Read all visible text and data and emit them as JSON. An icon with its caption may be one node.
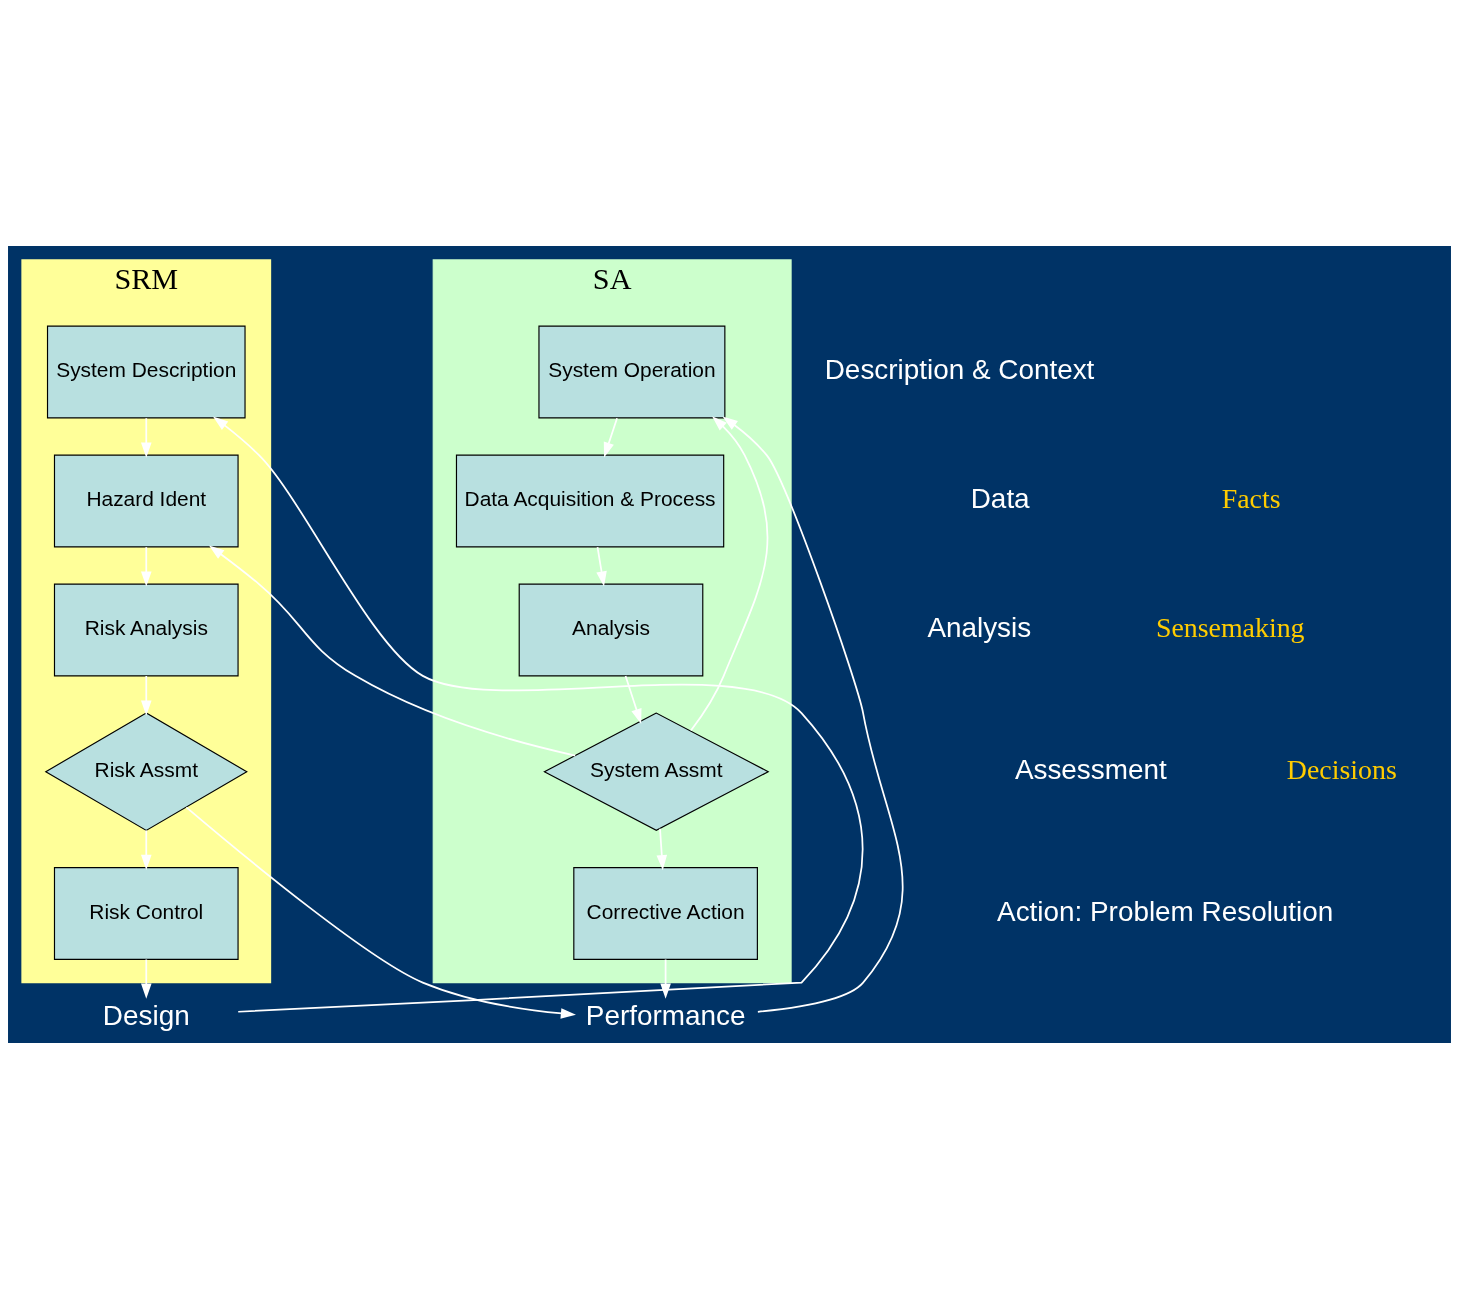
{
  "diagram": {
    "nodes": [
      {
        "text": [
          "SRM"
        ]
      },
      {
        "text": [
          "System Description"
        ],
        "in": 0
      },
      {
        "text": [
          "Hazard Ident"
        ],
        "in": 0
      },
      {
        "text": [
          "Risk Analysis"
        ],
        "in": 0
      },
      {
        "text": [
          "Risk Assmt"
        ],
        "in": 0
      },
      {
        "text": [
          "Risk Control"
        ],
        "in": 0
      },
      {
        "text": [
          "SA"
        ]
      },
      {
        "text": [
          "System Operation"
        ],
        "in": 6
      },
      {
        "text": [
          "Data Acquisition & Process"
        ],
        "in": 6
      },
      {
        "text": [
          "Analysis"
        ],
        "in": 6
      },
      {
        "text": [
          "System Assmt"
        ],
        "in": 6
      },
      {
        "text": [
          "Corrective Action"
        ],
        "in": 6
      },
      {
        "text": [
          "Design"
        ]
      },
      {
        "text": [
          "Performance"
        ]
      }
    ],
    "edges": [
      {
        "from": 1,
        "to": 2,
        "arrow": "to"
      },
      {
        "from": 2,
        "to": 3,
        "arrow": "to"
      },
      {
        "from": 3,
        "to": 4,
        "arrow": "to"
      },
      {
        "from": 4,
        "to": 5,
        "arrow": "to"
      },
      {
        "from": 5,
        "to": 12,
        "arrow": "to"
      },
      {
        "from": 12,
        "to": 1,
        "arrow": "to"
      },
      {
        "from": 7,
        "to": 8,
        "arrow": "to"
      },
      {
        "from": 8,
        "to": 9,
        "arrow": "to"
      },
      {
        "from": 9,
        "to": 10,
        "arrow": "to"
      },
      {
        "from": 10,
        "to": 11,
        "arrow": "to"
      },
      {
        "from": 11,
        "to": 13,
        "arrow": "to"
      },
      {
        "from": 4,
        "to": 13,
        "arrow": "to"
      },
      {
        "from": 13,
        "to": 7,
        "arrow": "to"
      },
      {
        "from": 10,
        "to": 7,
        "arrow": "to"
      },
      {
        "from": 10,
        "to": 2,
        "arrow": "to"
      }
    ],
    "labels": [
      "Description & Context",
      "Data",
      "Facts",
      "Analysis",
      "Sensemaking",
      "Assessment",
      "Decisions",
      "Action: Problem Resolution"
    ]
  }
}
